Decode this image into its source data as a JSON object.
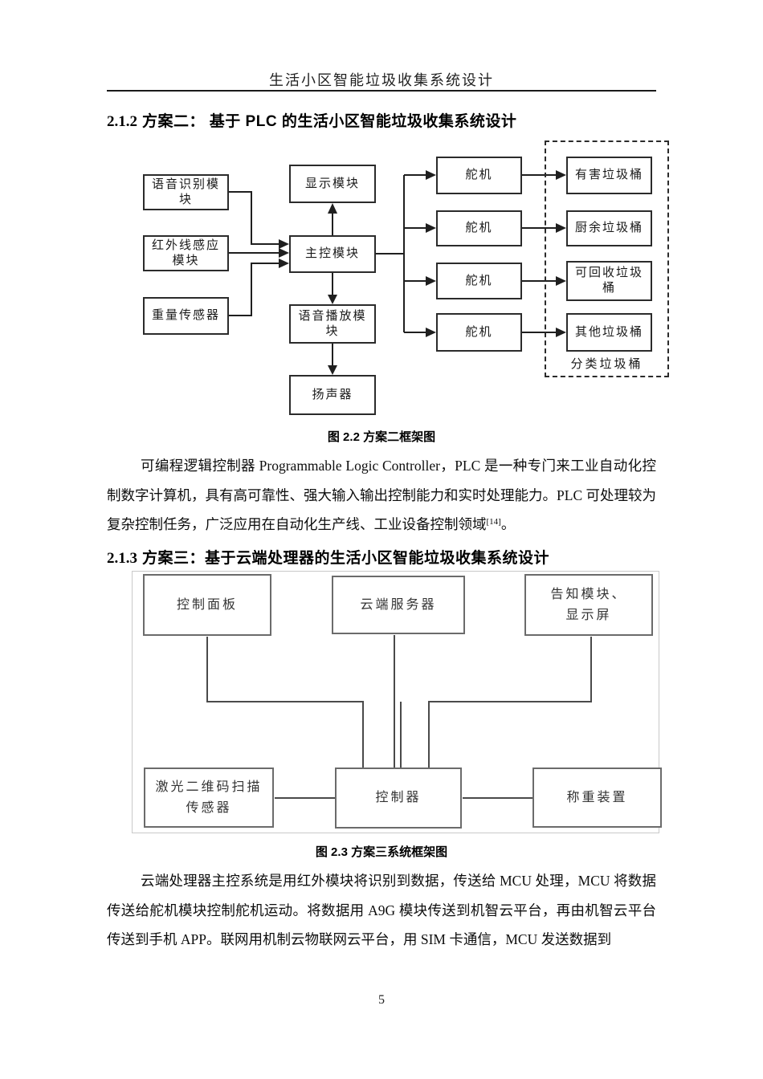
{
  "header": {
    "title": "生活小区智能垃圾收集系统设计"
  },
  "sections": {
    "s212": {
      "num": "2.1.2",
      "text": "方案二： 基于 PLC 的生活小区智能垃圾收集系统设计"
    },
    "s213": {
      "num": "2.1.3",
      "text": "方案三：基于云端处理器的生活小区智能垃圾收集系统设计"
    }
  },
  "figure2_2": {
    "caption": "图 2.2 方案二框架图",
    "boxes": {
      "voice_recognition": "语音识别模\n块",
      "infrared": "红外线感应\n模块",
      "weight_sensor": "重量传感器",
      "display": "显示模块",
      "main_control": "主控模块",
      "voice_playback": "语音播放模\n块",
      "speaker": "扬声器",
      "servo": "舵机",
      "bin_harmful": "有害垃圾桶",
      "bin_kitchen": "厨余垃圾桶",
      "bin_recyclable": "可回收垃圾\n桶",
      "bin_other": "其他垃圾桶",
      "group_label": "分类垃圾桶"
    }
  },
  "paragraph_plc": {
    "text": "可编程逻辑控制器 Programmable Logic Controller，PLC 是一种专门来工业自动化控制数字计算机，具有高可靠性、强大输入输出控制能力和实时处理能力。PLC 可处理较为复杂控制任务，广泛应用在自动化生产线、工业设备控制领域",
    "citation": "[14]",
    "tail": "。"
  },
  "figure2_3": {
    "caption": "图 2.3 方案三系统框架图",
    "boxes": {
      "control_panel": "控制面板",
      "cloud_server": "云端服务器",
      "notify_display": "告知模块、\n显示屏",
      "laser_scanner": "激光二维码扫描\n传感器",
      "controller": "控制器",
      "weighing": "称重装置"
    }
  },
  "paragraph_cloud": {
    "text": "云端处理器主控系统是用红外模块将识别到数据，传送给 MCU 处理，MCU 将数据传送给舵机模块控制舵机运动。将数据用 A9G 模块传送到机智云平台，再由机智云平台传送到手机 APP。联网用机制云物联网云平台，用 SIM 卡通信，MCU 发送数据到"
  },
  "footer": {
    "page_number": "5"
  }
}
